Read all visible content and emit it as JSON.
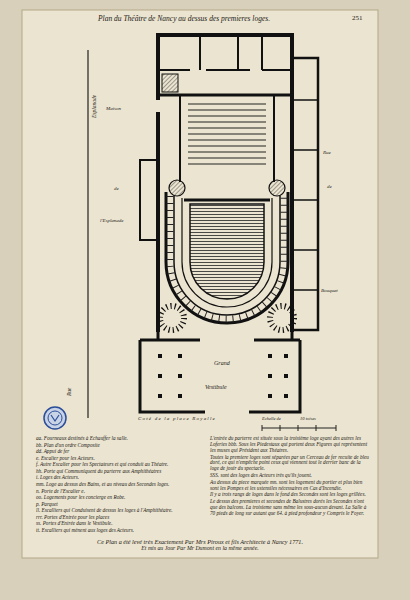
{
  "diagram": {
    "title": "Plan du Théâtre de Nancy au dessus des premieres loges.",
    "caption": "Ce Plan a été levé très Exactement Par Mrs Piroux et fils Architecte à Nancy 1771.",
    "labels": [
      "251",
      "Rue",
      "Esplanade",
      "Maison",
      "de",
      "l'Esplanade",
      "Rue",
      "de",
      "Bouquet",
      "Grand",
      "Vestibule",
      "Coté de la place Royalle",
      "Echelle de",
      "10 toises",
      "aa. Fourneaux destinés à Echauffer la salle.",
      "bb. Plan d'un ordre Composite",
      "dd. Appui de fer",
      "e. Escalier pour les Acteurs.",
      "f. Autre Escalier pour les Spectateurs et qui conduit au Théatre.",
      "hh. Porte qui Communiquent du parterre aux Amphithéatres",
      "i. Loges des Acteurs.",
      "mm. Loge au dessus des Bains, et au niveau des Secondes loges.",
      "n. Porte de l'Escalier e.",
      "oo. Logements pour les concierge en Robe.",
      "p. Parquet",
      "ll. Escalliers qui Conduisent de dessus les loges à l'Amphithéatre.",
      "rrr. Portes d'Entrée pour les places",
      "ss. Portes d'Entrée dans le Vestibule.",
      "tt. Escalliers qui mènent aux loges des Acteurs.",
      "L'entrée du parterre est située sous la troisième loge ayant des autres les Loferies bbb. Sous les Piedestaux qui portent deux Figures qui représentent les muses qui Président aux Théatres.",
      "Toutes la premiere loges sont séparées par un Cerceau de fer recuite de bleu doré, ce qui n'empêche point ceux qui viennent tout le derrier banc de la loge de jouir du spectacle.",
      "SSS. sont des loges des Acteurs très qu'ils jouent.",
      "Au dessus du piece marquée mn. sont les logement du portier et plus bien sont les Pompes et les ustensiles nécessaires en Cas d'Incendie.",
      "Il y a trois rangs de loges dans le fond des Secondes sont les loges grillées.",
      "Le dessus des premieres et secondes de Balustres dorés les Secondes n'ont que des balcons. La troisieme sans même les sous-aucun devant. La Salle à 70 pieds de long sur autant que 64. à pied profondeur y Compris le Foyer.",
      "Et mis au Jour Par Mr Dumont en la même année."
    ]
  }
}
